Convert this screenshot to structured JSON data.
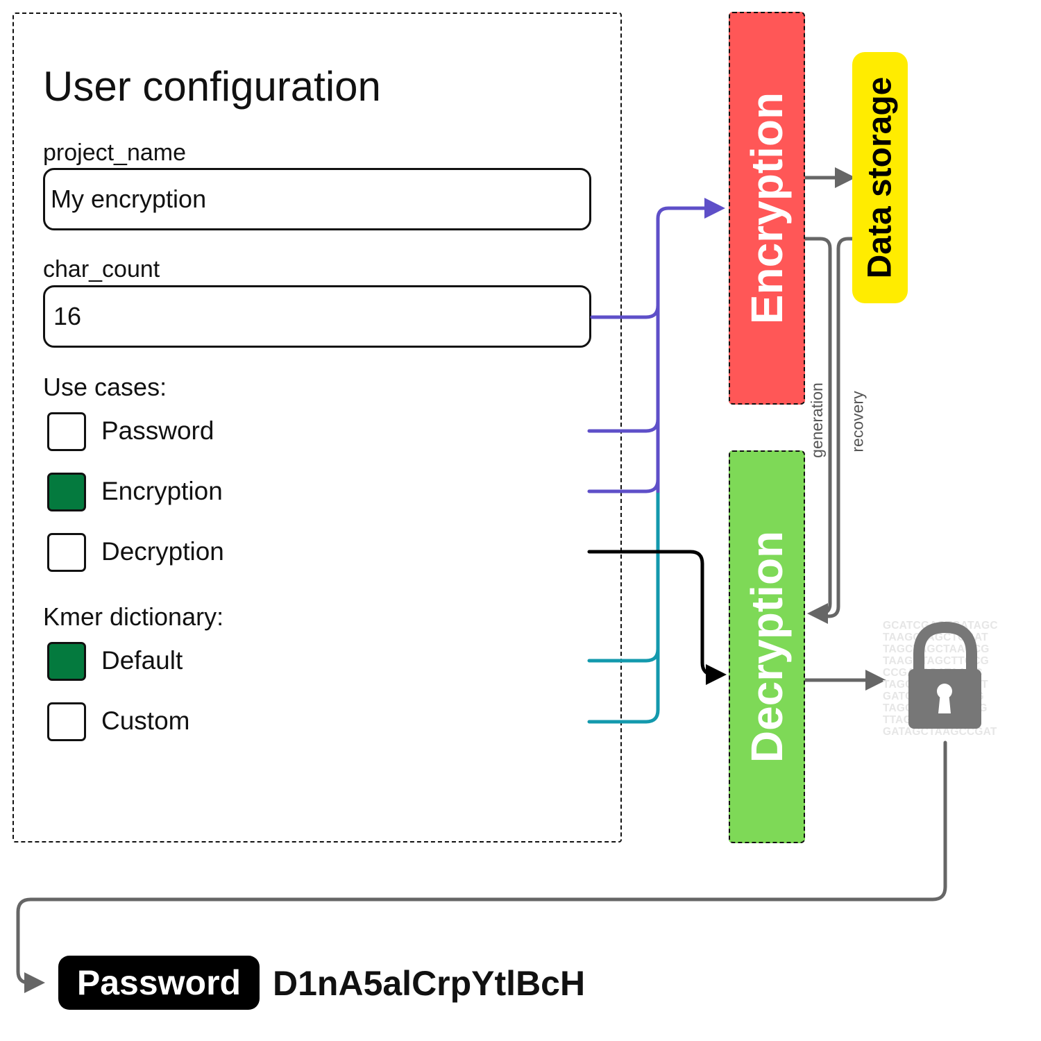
{
  "config": {
    "title": "User configuration",
    "project_name_label": "project_name",
    "project_name_value": "My encryption",
    "char_count_label": "char_count",
    "char_count_value": "16",
    "use_cases_label": "Use cases:",
    "use_cases": [
      {
        "label": "Password",
        "checked": false
      },
      {
        "label": "Encryption",
        "checked": true
      },
      {
        "label": "Decryption",
        "checked": false
      }
    ],
    "kmer_label": "Kmer dictionary:",
    "kmer_options": [
      {
        "label": "Default",
        "checked": true
      },
      {
        "label": "Custom",
        "checked": false
      }
    ]
  },
  "blocks": {
    "encryption": "Encryption",
    "decryption": "Decryption",
    "data_storage": "Data storage"
  },
  "arrows": {
    "generation": "generation",
    "recovery": "recovery"
  },
  "lock": {
    "icon": "lock-icon",
    "dna_lines": [
      "GCATCGACTGATAGC",
      "TAAGCTAGCTCGAT",
      "TAGCTAGCTAACCG",
      "TAAGCTAGCTTCCG",
      "CCGATCGATAAGC",
      "TAGCTAGCTAAGCT",
      "GATCGATCGACCG",
      "TAGCTAGCTAATCG",
      "TTAGCATCGATAG",
      "GATAGCTAAGCCGAT"
    ]
  },
  "output": {
    "badge": "Password",
    "value": "D1nA5alCrpYtlBcH"
  },
  "colors": {
    "encryption": "#ff5757",
    "decryption": "#7ed957",
    "storage": "#ffec00",
    "checked": "#047a3e",
    "purple_flow": "#5e4fc8",
    "teal_flow": "#1399ad",
    "gray_flow": "#666666"
  }
}
